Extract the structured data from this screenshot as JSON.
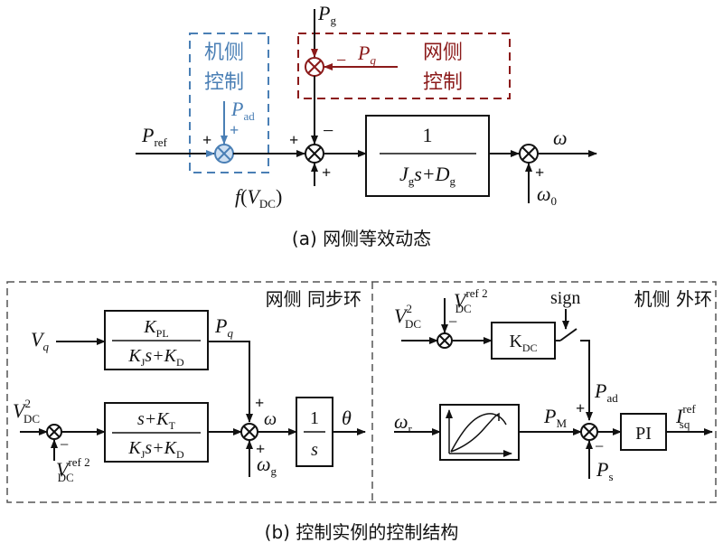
{
  "colors": {
    "machine": "#4a7fb5",
    "grid": "#8b1a1a",
    "black": "#111111",
    "gray": "#555555"
  },
  "top": {
    "machine_box_label": [
      "机侧",
      "控制"
    ],
    "grid_box_label": [
      "网侧",
      "控制"
    ],
    "P_g": "P",
    "P_g_sub": "g",
    "P_q": "P",
    "P_q_sub": "q",
    "P_ad": "P",
    "P_ad_sub": "ad",
    "P_ref": "P",
    "P_ref_sub": "ref",
    "f_vdc": "f",
    "vdc": "V",
    "vdc_sub": "DC",
    "tf_num": "1",
    "tf_den_J": "J",
    "tf_den_J_sub": "g",
    "tf_den_mid": "s+",
    "tf_den_D": "D",
    "tf_den_D_sub": "g",
    "omega": "ω",
    "omega0": "ω",
    "omega0_sub": "0",
    "caption": "(a) 网侧等效动态"
  },
  "bottom_left": {
    "title": "网侧 同步环",
    "Vq": "V",
    "Vq_sub": "q",
    "kpl_num": "K",
    "kpl_num_sub": "PL",
    "kden_K": "K",
    "kden_K_sub": "J",
    "kden_mid": "s+",
    "kden_D": "K",
    "kden_D_sub": "D",
    "Pq": "P",
    "Pq_sub": "q",
    "vdc2": "V",
    "vdc2_sub": "DC",
    "vdc2_sup": "2",
    "vdcref": "V",
    "vdcref_sub": "DC",
    "vdcref_sup": "ref 2",
    "kt_num_pre": "s+",
    "kt_num": "K",
    "kt_num_sub": "T",
    "omega": "ω",
    "omega_g": "ω",
    "omega_g_sub": "g",
    "int_num": "1",
    "int_den": "s",
    "theta": "θ"
  },
  "bottom_right": {
    "title": "机侧 外环",
    "vdc2": "V",
    "vdc2_sub": "DC",
    "vdc2_sup": "2",
    "vdcref": "V",
    "vdcref_sub": "DC",
    "vdcref_sup": "ref 2",
    "sign": "sign",
    "kdc": "K",
    "kdc_sub": "DC",
    "P_ad": "P",
    "P_ad_sub": "ad",
    "omega_r": "ω",
    "omega_r_sub": "r",
    "P_M": "P",
    "P_M_sub": "M",
    "pi": "PI",
    "isq": "I",
    "isq_sub": "sq",
    "isq_sup": "ref",
    "P_s": "P",
    "P_s_sub": "s"
  },
  "caption_b": "(b) 控制实例的控制结构"
}
